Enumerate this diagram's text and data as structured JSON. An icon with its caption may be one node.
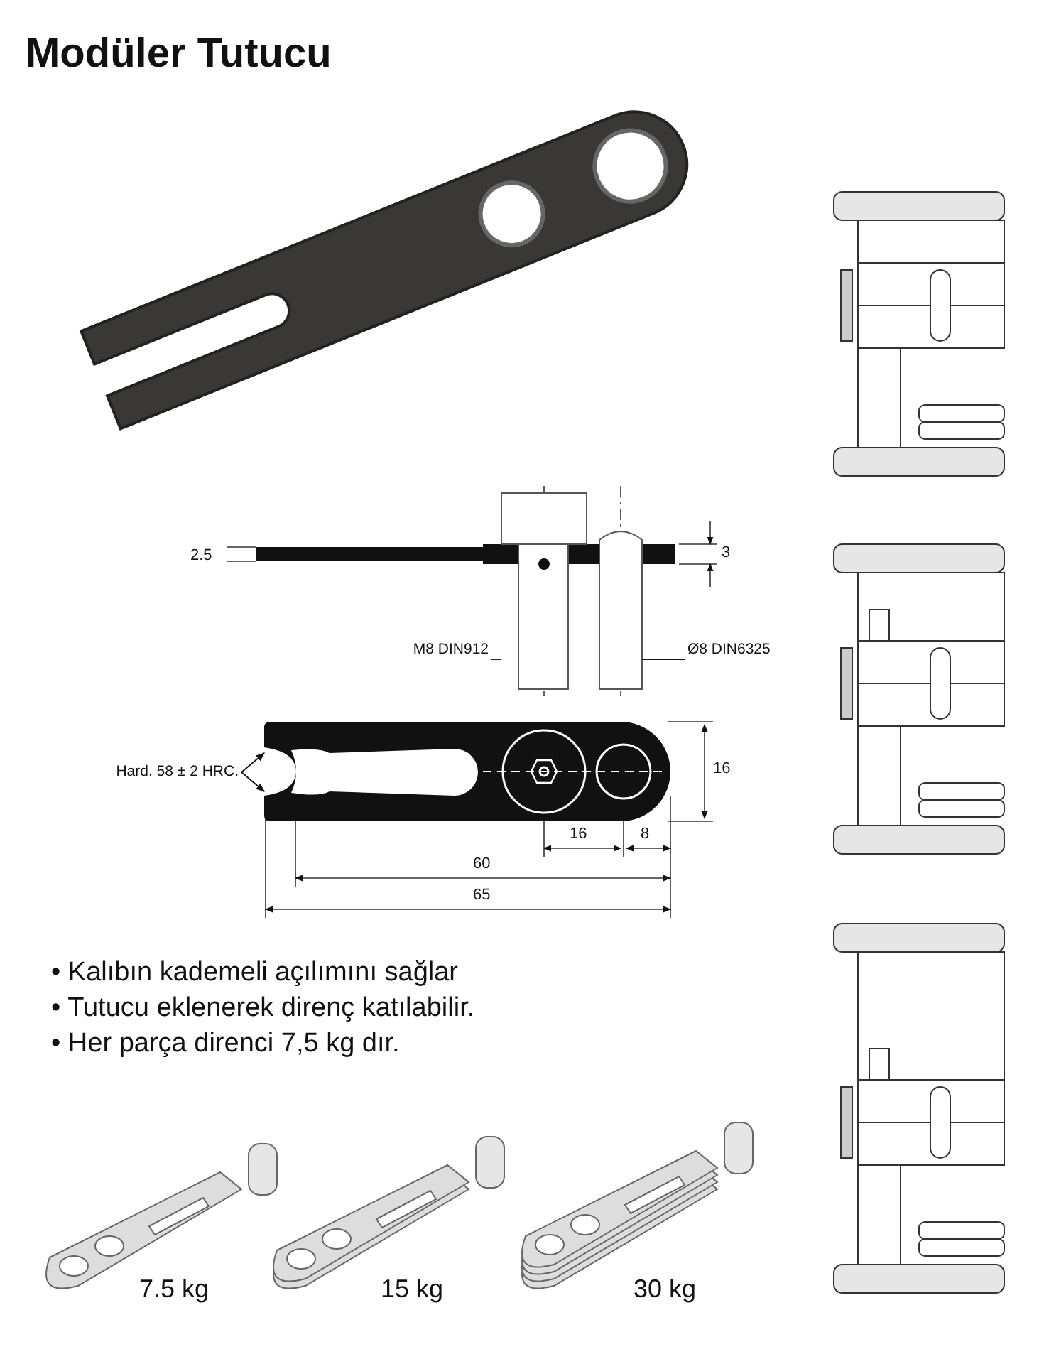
{
  "diagram": {
    "title": "Modüler Tutucu",
    "nodes": [
      {
        "text": [
          "M8 DIN912"
        ]
      },
      {
        "text": [],
        "shape": "picture"
      },
      {
        "text": [
          "Ø8 DIN6325"
        ]
      },
      {
        "text": [],
        "shape": "picture"
      },
      {
        "text": [
          "Hard. 58 ± 2 HRC."
        ]
      },
      {
        "text": [],
        "shape": "picture"
      }
    ],
    "edges": [
      {
        "from": 0,
        "to": 1,
        "arrow": "none"
      },
      {
        "from": 2,
        "to": 3,
        "arrow": "none"
      },
      {
        "from": 4,
        "to": 5,
        "arrow": "to"
      },
      {
        "from": 4,
        "to": 5,
        "arrow": "to"
      }
    ],
    "labels": [
      "2.5",
      "3",
      "16",
      "16",
      "8",
      "60",
      "65",
      "• Kalıbın kademeli açılımını sağlar",
      "• Tutucu eklenerek direnç katılabilir.",
      "• Her parça direnci 7,5 kg dır.",
      "7.5 kg",
      "15 kg",
      "30 kg"
    ]
  }
}
